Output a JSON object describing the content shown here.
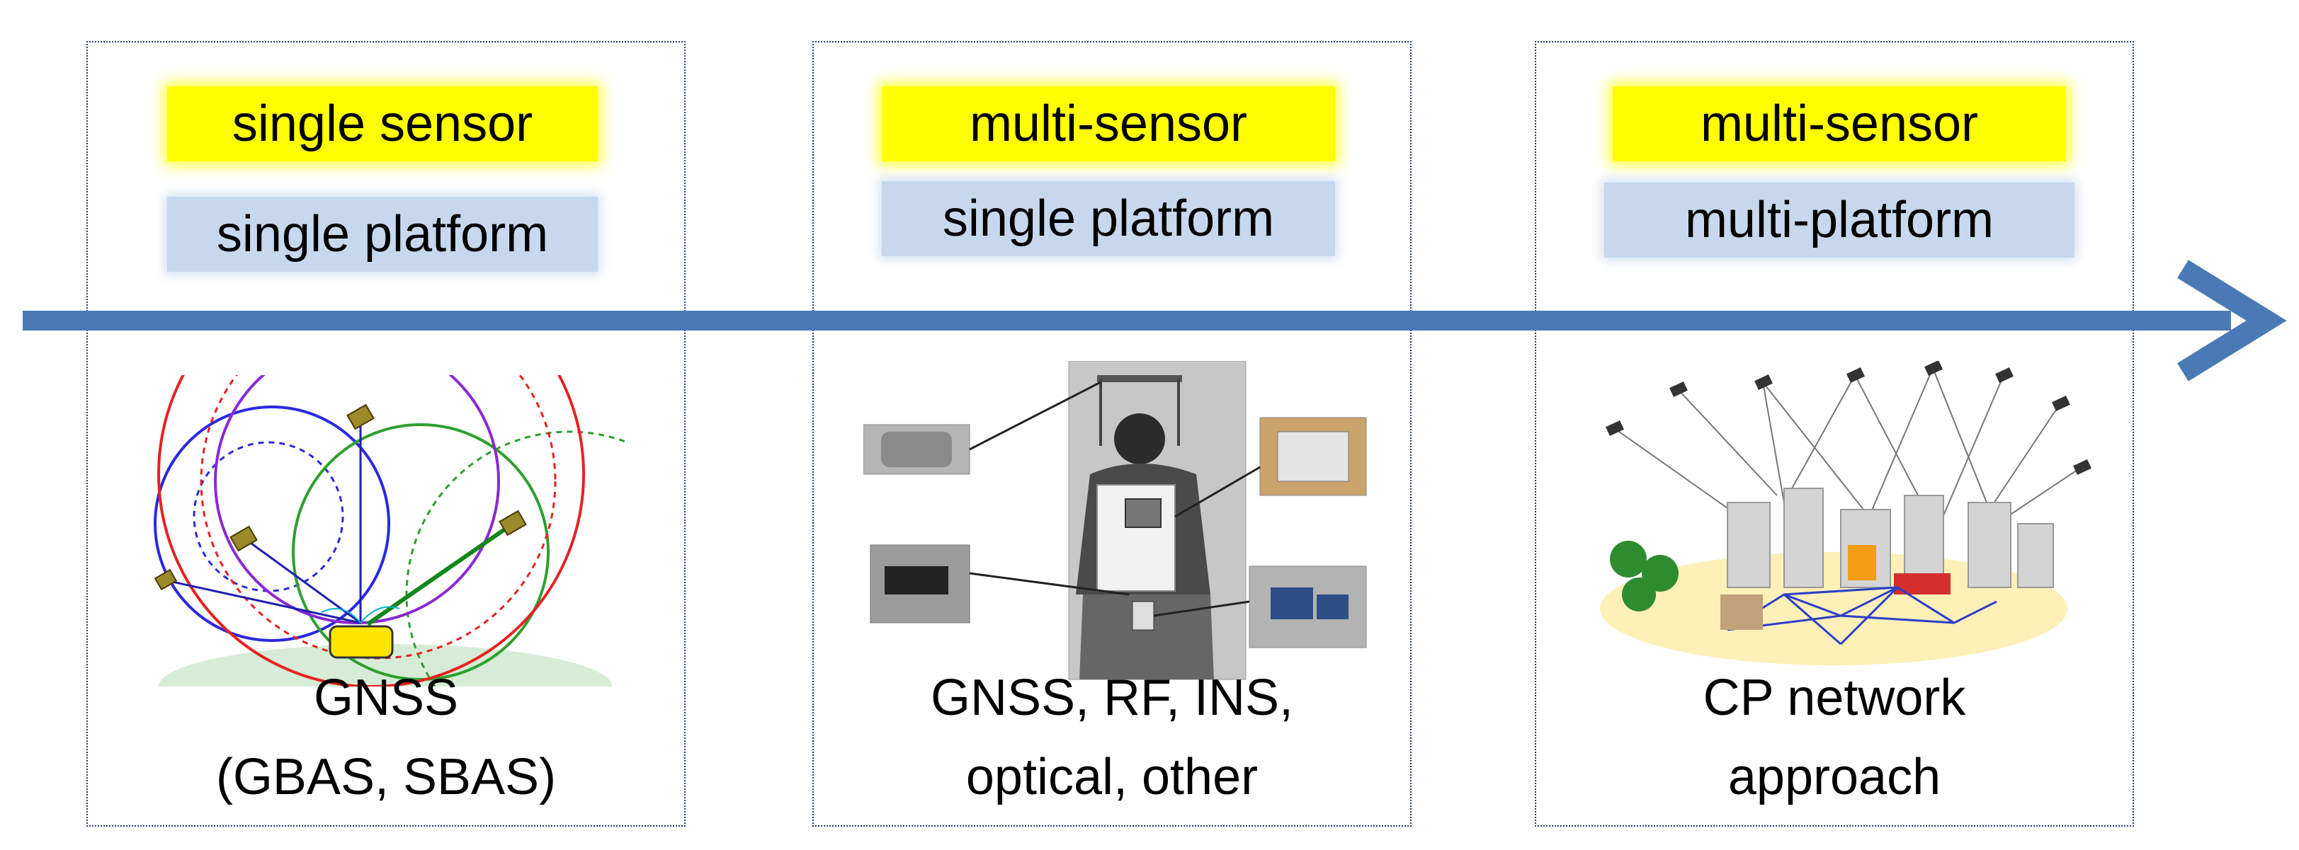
{
  "panels": [
    {
      "sensor_label": "single sensor",
      "platform_label": "single platform",
      "caption_line1": "GNSS",
      "caption_line2": "(GBAS, SBAS)"
    },
    {
      "sensor_label": "multi-sensor",
      "platform_label": "single platform",
      "caption_line1": "GNSS, RF, INS,",
      "caption_line2": "optical, other"
    },
    {
      "sensor_label": "multi-sensor",
      "platform_label": "multi-platform",
      "caption_line1": "CP network",
      "caption_line2": "approach"
    }
  ],
  "colors": {
    "arrow": "#4a7ab5",
    "sensor_highlight": "#ffff00",
    "platform_highlight": "#c6d8ee",
    "panel_border": "#1f3e82"
  }
}
